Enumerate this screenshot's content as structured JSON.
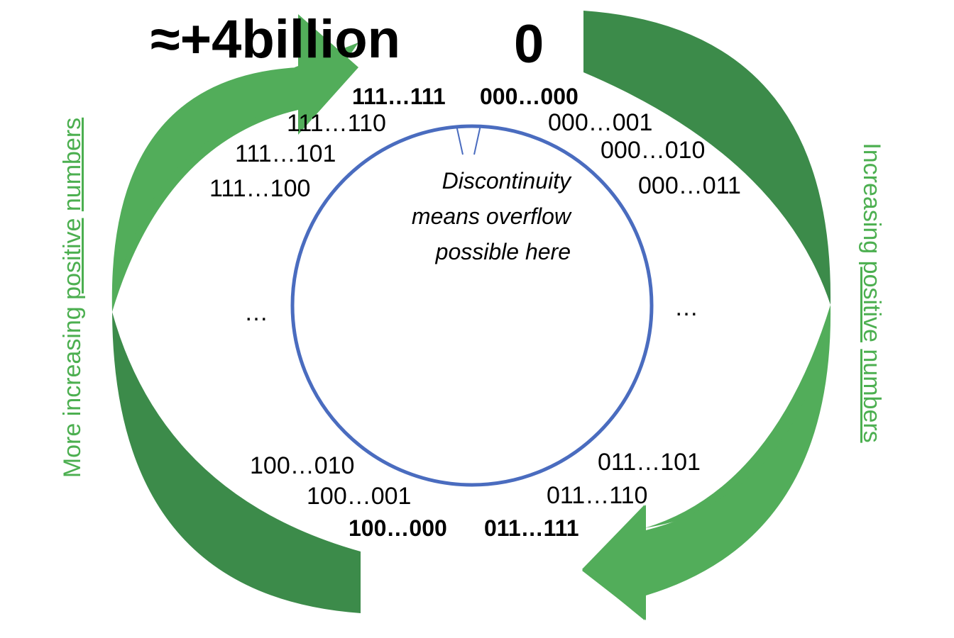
{
  "labels": {
    "top_left_value": "≈+4billion",
    "top_right_value": "0",
    "bin_top_all_ones": "111…111",
    "bin_top_all_zeros": "000…000",
    "bin_111_110": "111…110",
    "bin_111_101": "111…101",
    "bin_111_100": "111…100",
    "bin_000_001": "000…001",
    "bin_000_010": "000…010",
    "bin_000_011": "000…011",
    "ellipsis_left": "…",
    "ellipsis_right": "…",
    "bin_100_010": "100…010",
    "bin_100_001": "100…001",
    "bin_100_000": "100…000",
    "bin_011_101": "011…101",
    "bin_011_110": "011…110",
    "bin_011_111": "011…111"
  },
  "note": {
    "line1": "Discontinuity",
    "line2": "means overflow",
    "line3": "possible here"
  },
  "side_text": {
    "left": {
      "prefix": "More increasing ",
      "word1": "positive",
      "middle": " ",
      "word2": "numbers"
    },
    "right": {
      "prefix": "Increasing ",
      "word1": "positive",
      "middle": " ",
      "word2": "numbers"
    }
  },
  "colors": {
    "arrow_light": "#52ad5a",
    "arrow_dark": "#3c8b4a",
    "circle": "#4a6cbf",
    "side_text": "#4caf50"
  }
}
